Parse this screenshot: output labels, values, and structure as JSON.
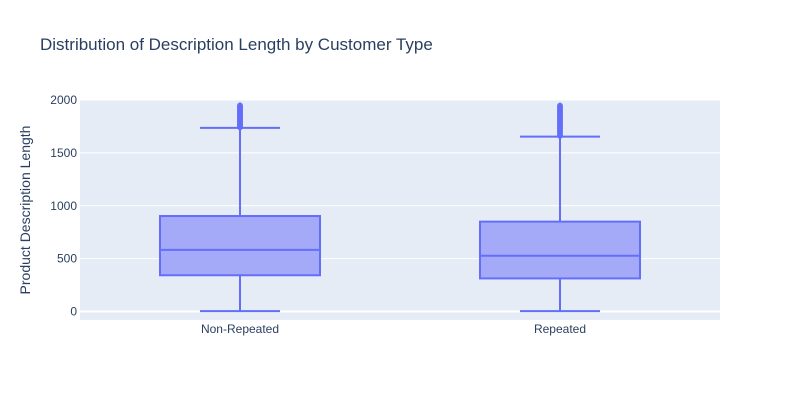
{
  "chart_data": {
    "type": "box",
    "title": "Distribution of Description Length by Customer Type",
    "xlabel": "",
    "ylabel": "Product Description Length",
    "ylim": [
      -80,
      2000
    ],
    "yticks": [
      0,
      500,
      1000,
      1500,
      2000
    ],
    "categories": [
      "Non-Repeated",
      "Repeated"
    ],
    "boxes": [
      {
        "category": "Non-Repeated",
        "min": 4,
        "q1": 343,
        "median": 583,
        "q3": 903,
        "upper_fence": 1736,
        "outliers_range": [
          1740,
          1950
        ]
      },
      {
        "category": "Repeated",
        "min": 4,
        "q1": 313,
        "median": 527,
        "q3": 850,
        "upper_fence": 1654,
        "outliers_range": [
          1660,
          1948
        ]
      }
    ],
    "colors": {
      "line": "#636efa",
      "fill": "#a4aaf7",
      "plot_bg": "#e5ecf6",
      "grid": "#ffffff"
    },
    "grid": true,
    "legend": "none"
  }
}
